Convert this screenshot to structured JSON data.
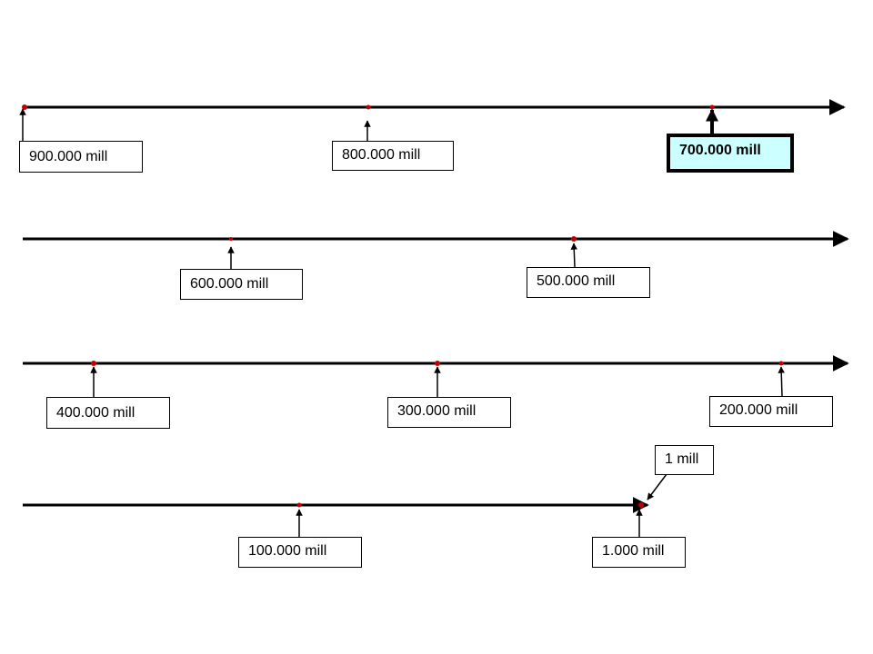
{
  "labels": {
    "m900": "900.000 mill",
    "m800": "800.000 mill",
    "m700": "700.000 mill",
    "m600": "600.000 mill",
    "m500": "500.000 mill",
    "m400": "400.000 mill",
    "m300": "300.000 mill",
    "m200": "200.000 mill",
    "m100": "100.000 mill",
    "m1000": "1.000 mill",
    "m1": "1 mill"
  },
  "colors": {
    "line": "#000000",
    "dot": "#c00000",
    "highlight_fill": "#ccffff"
  }
}
